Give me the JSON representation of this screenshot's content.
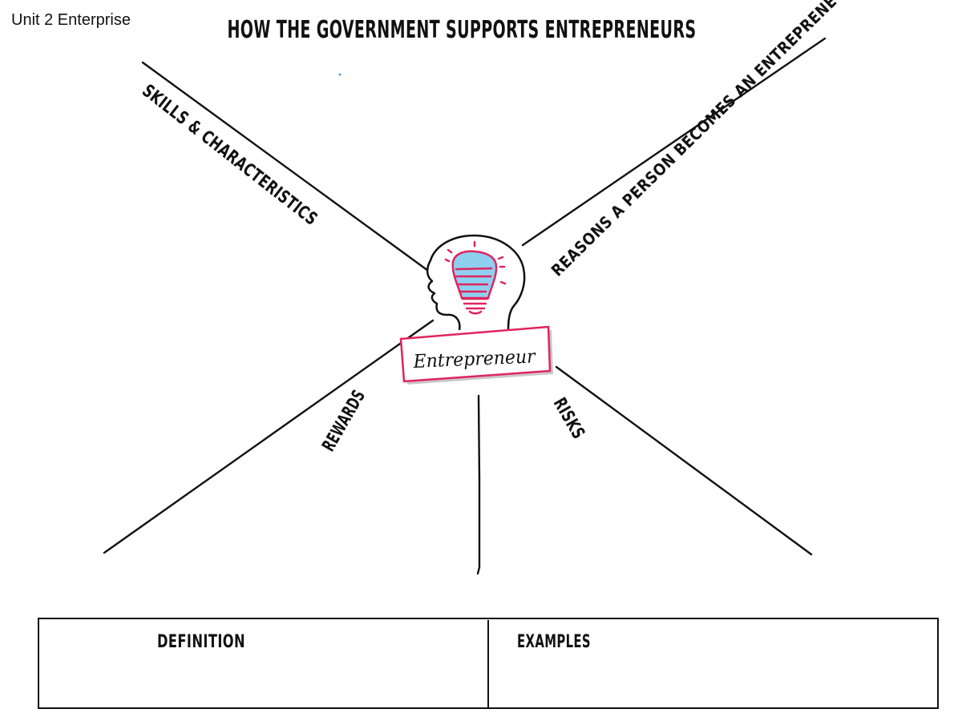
{
  "header": {
    "unit": "Unit 2 Enterprise",
    "title": "HOW THE GOVERNMENT SUPPORTS ENTREPRENEURS"
  },
  "centre": {
    "label": "Entrepreneur",
    "icon": "lightbulb-head-icon"
  },
  "branches": {
    "skills": "SKILLS & CHARACTERISTICS",
    "reasons": "REASONS  A PERSON BECOMES AN ENTREPRENEUR",
    "rewards": "REWARDS",
    "risks": "RISKS"
  },
  "table": {
    "definition": "DEFINITION",
    "examples": "EXAMPLES"
  },
  "colors": {
    "accent": "#e0245e",
    "bulb": "#8fd0f0",
    "ink": "#111111"
  }
}
